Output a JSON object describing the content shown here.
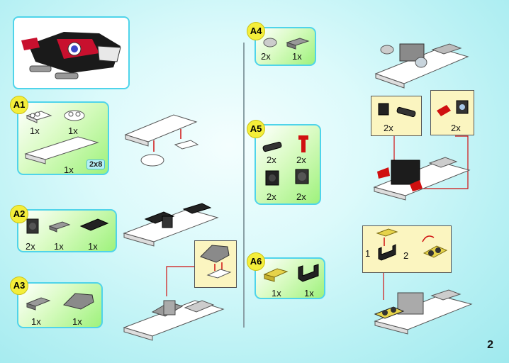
{
  "page_number": "2",
  "steps": {
    "a1": {
      "label": "A1",
      "qty": [
        "1x",
        "1x",
        "1x"
      ],
      "plate_size": "2x8"
    },
    "a2": {
      "label": "A2",
      "qty": [
        "2x",
        "1x",
        "1x"
      ]
    },
    "a3": {
      "label": "A3",
      "qty": [
        "1x",
        "1x"
      ]
    },
    "a4": {
      "label": "A4",
      "qty": [
        "2x",
        "1x"
      ]
    },
    "a5": {
      "label": "A5",
      "qty": [
        "2x",
        "2x",
        "2x",
        "2x"
      ]
    },
    "a6": {
      "label": "A6",
      "qty": [
        "1x",
        "1x"
      ]
    }
  },
  "callouts": {
    "left_a5": "2x",
    "right_a5": "2x",
    "a6_sub_1": "1",
    "a6_sub_2": "2"
  },
  "colors": {
    "accent_border": "#4fd4ea",
    "step_badge": "#f4ee3a",
    "callout_bg": "#fbf5c0",
    "arrow": "#d01010"
  }
}
